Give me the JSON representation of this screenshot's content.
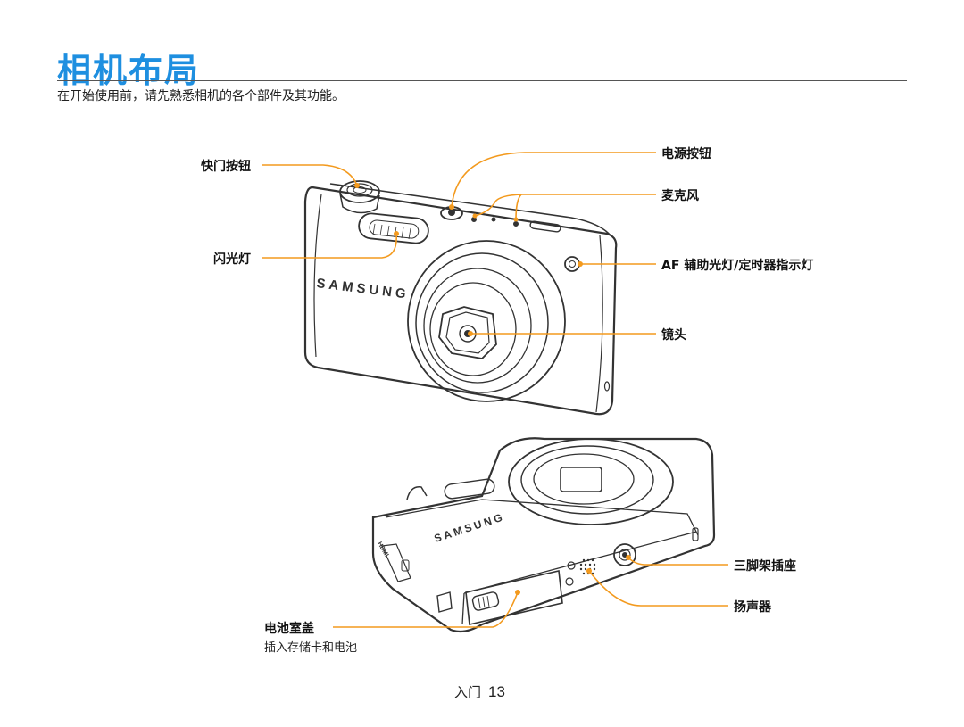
{
  "header": {
    "title": "相机布局",
    "intro": "在开始使用前，请先熟悉相机的各个部件及其功能。"
  },
  "callouts": {
    "shutter_button": "快门按钮",
    "flash": "闪光灯",
    "power_button": "电源按钮",
    "microphone": "麦克风",
    "af_lamp": "AF 辅助光灯/定时器指示灯",
    "lens": "镜头",
    "tripod_mount": "三脚架插座",
    "speaker": "扬声器",
    "battery_cover": "电池室盖",
    "battery_cover_note": "插入存储卡和电池"
  },
  "camera": {
    "brand": "SAMSUNG",
    "port_label": "HDMI"
  },
  "footer": {
    "section": "入门",
    "page_number": "13"
  },
  "colors": {
    "title": "#1e8fe0",
    "callout_line": "#f39a1e",
    "outline": "#333333"
  }
}
